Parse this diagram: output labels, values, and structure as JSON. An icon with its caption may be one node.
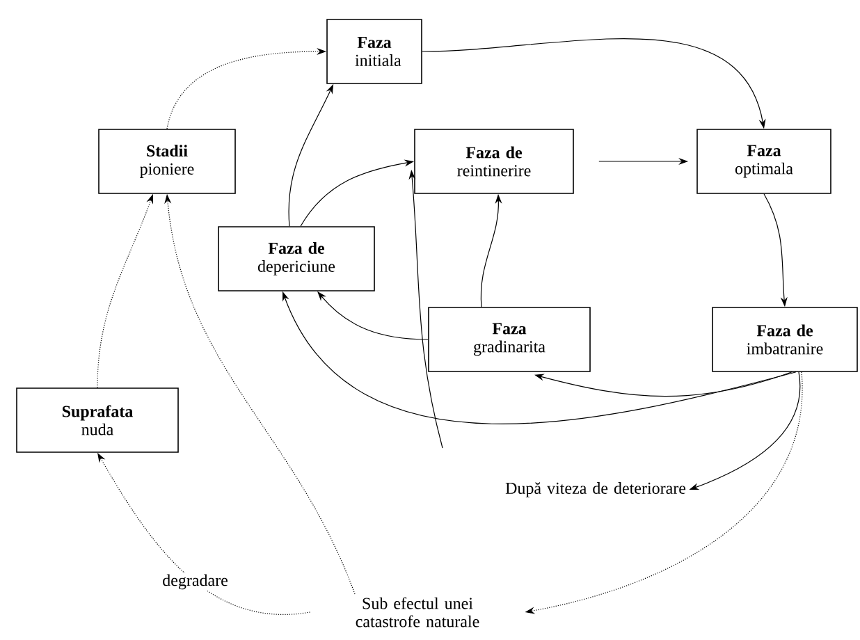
{
  "diagram": {
    "nodes": [
      {
        "text": [
          "**Faza** initiala"
        ]
      },
      {
        "text": [
          "**Stadii** pioniere"
        ]
      },
      {
        "text": [
          "**Faza de** reintinerire"
        ]
      },
      {
        "text": [
          "**Faza** optimala"
        ]
      },
      {
        "text": [
          "**Faza de** depericiune"
        ]
      },
      {
        "text": [
          "**Faza** gradinarita"
        ]
      },
      {
        "text": [
          "**Faza de** imbatranire"
        ]
      },
      {
        "text": [
          "**Suprafata** nuda"
        ]
      },
      {
        "text": [
          "După viteza de deteriorare"
        ]
      },
      {
        "text": [
          "Sub efectul unei catastrofe naturale"
        ]
      }
    ],
    "edges": [
      {
        "from": 1,
        "to": 0,
        "arrow": "to",
        "style": "dashed"
      },
      {
        "from": 0,
        "to": 3,
        "arrow": "to"
      },
      {
        "from": 2,
        "to": 3,
        "arrow": "to"
      },
      {
        "from": 3,
        "to": 6,
        "arrow": "to"
      },
      {
        "from": 4,
        "to": 0,
        "arrow": "to"
      },
      {
        "from": 4,
        "to": 2,
        "arrow": "to"
      },
      {
        "from": 5,
        "to": 2,
        "arrow": "to"
      },
      {
        "from": 6,
        "to": 5,
        "arrow": "to"
      },
      {
        "from": 5,
        "to": 4,
        "arrow": "to"
      },
      {
        "from": 6,
        "to": 4,
        "arrow": "to"
      },
      {
        "from": null,
        "to": 2,
        "arrow": "to"
      },
      {
        "from": 6,
        "to": 8,
        "arrow": "to"
      },
      {
        "from": 6,
        "to": 9,
        "arrow": "to",
        "style": "dashed"
      },
      {
        "from": 9,
        "to": 7,
        "arrow": "to",
        "style": "dashed",
        "label": "degradare"
      },
      {
        "from": 9,
        "to": 1,
        "arrow": "to",
        "style": "dashed"
      },
      {
        "from": 7,
        "to": 1,
        "arrow": "to",
        "style": "dashed"
      }
    ]
  }
}
